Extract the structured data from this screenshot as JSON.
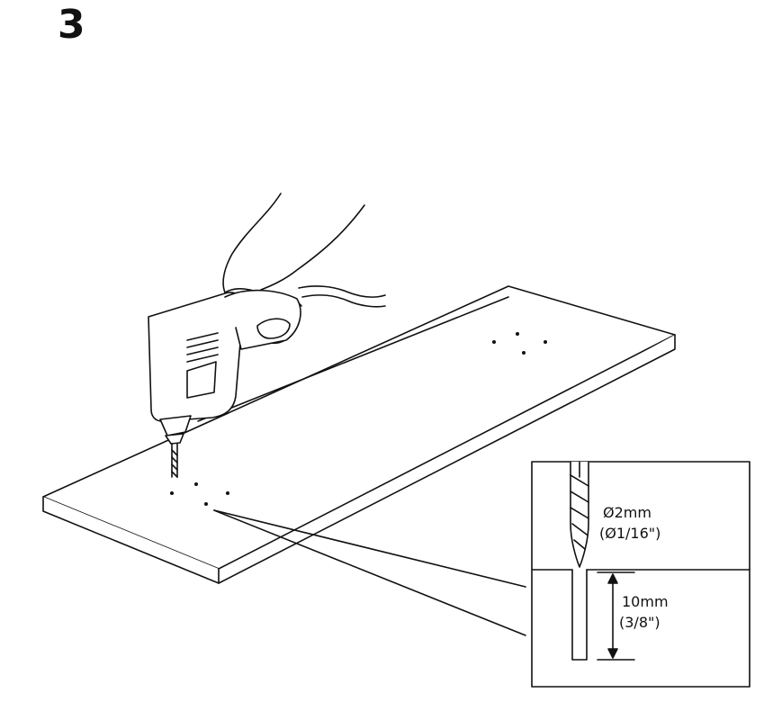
{
  "step": {
    "number": "3"
  },
  "detail": {
    "drill_diameter_mm": "Ø2mm",
    "drill_diameter_in": "(Ø1/16\")",
    "depth_mm": "10mm",
    "depth_in": "(3/8\")"
  },
  "icons": {
    "drill": "power-drill-icon",
    "hand": "hand-icon",
    "board": "board-panel-icon"
  }
}
